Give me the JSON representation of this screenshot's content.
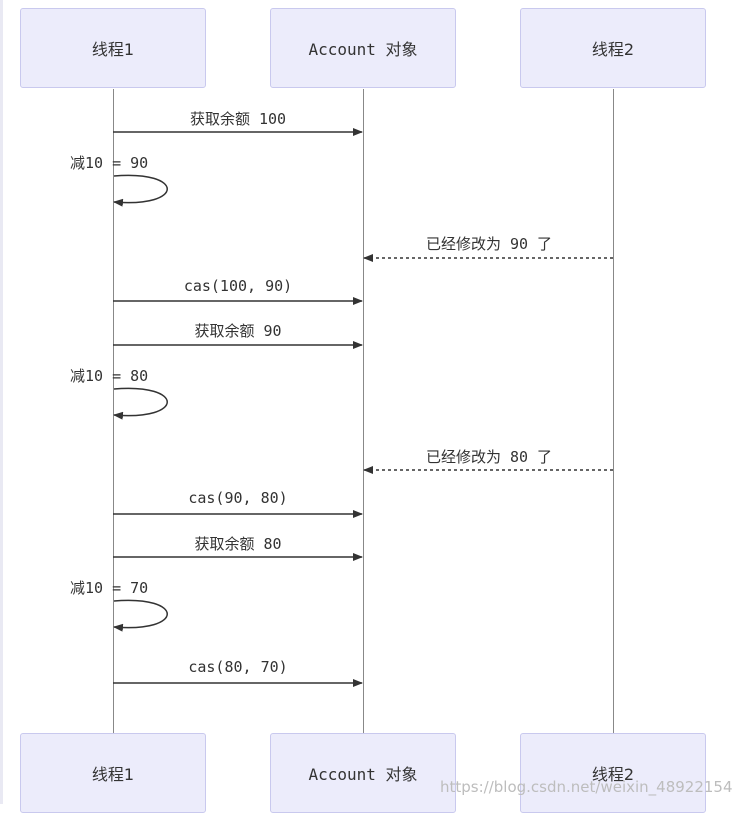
{
  "participants": [
    {
      "id": "t1",
      "label": "线程1"
    },
    {
      "id": "acc",
      "label": "Account 对象"
    },
    {
      "id": "t2",
      "label": "线程2"
    }
  ],
  "messages": [
    {
      "from": "t1",
      "to": "acc",
      "label": "获取余额 100",
      "style": "solid"
    },
    {
      "from": "t1",
      "to": "t1",
      "label": "减10 = 90",
      "style": "self"
    },
    {
      "from": "t2",
      "to": "acc",
      "label": "已经修改为 90 了",
      "style": "dashed"
    },
    {
      "from": "t1",
      "to": "acc",
      "label": "cas(100, 90)",
      "style": "solid"
    },
    {
      "from": "t1",
      "to": "acc",
      "label": "获取余额 90",
      "style": "solid"
    },
    {
      "from": "t1",
      "to": "t1",
      "label": "减10 = 80",
      "style": "self"
    },
    {
      "from": "t2",
      "to": "acc",
      "label": "已经修改为 80 了",
      "style": "dashed"
    },
    {
      "from": "t1",
      "to": "acc",
      "label": "cas(90, 80)",
      "style": "solid"
    },
    {
      "from": "t1",
      "to": "acc",
      "label": "获取余额 80",
      "style": "solid"
    },
    {
      "from": "t1",
      "to": "t1",
      "label": "减10 = 70",
      "style": "self"
    },
    {
      "from": "t1",
      "to": "acc",
      "label": "cas(80, 70)",
      "style": "solid"
    }
  ],
  "watermark": "https://blog.csdn.net/weixin_48922154",
  "colors": {
    "actor_fill": "#ececfb",
    "actor_border": "#c9c9ee",
    "line": "#333333",
    "lifeline": "#888888"
  }
}
